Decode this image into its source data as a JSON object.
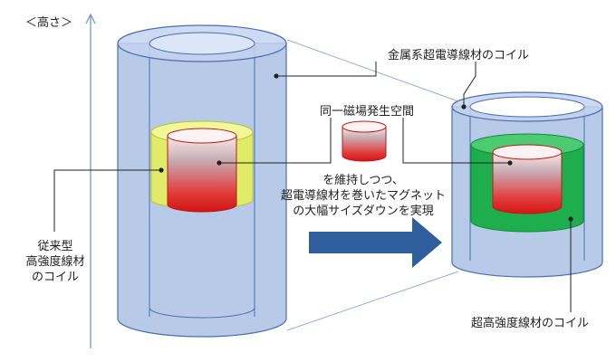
{
  "labels": {
    "height_axis": "＜高さ＞",
    "metal_coil": "金属系超電導線材のコイル",
    "same_field_space": "同一磁場発生空間",
    "caption_line1": "を維持しつつ、",
    "caption_line2": "超電導線材を巻いたマグネット",
    "caption_line3": "の大幅サイズダウンを実現",
    "conventional_line1": "従来型",
    "conventional_line2": "高強度線材",
    "conventional_line3": "のコイル",
    "ultra_coil": "超高強度線材のコイル"
  },
  "colors": {
    "outer_cylinder": "#9fb8e0",
    "outer_cylinder_stroke": "#4a6fb0",
    "conventional_coil": "#e4ee5a",
    "ultra_coil": "#1fae4e",
    "field_space_top": "#ff4848",
    "field_space_bottom": "#d21818",
    "arrow": "#2e5f9c"
  }
}
